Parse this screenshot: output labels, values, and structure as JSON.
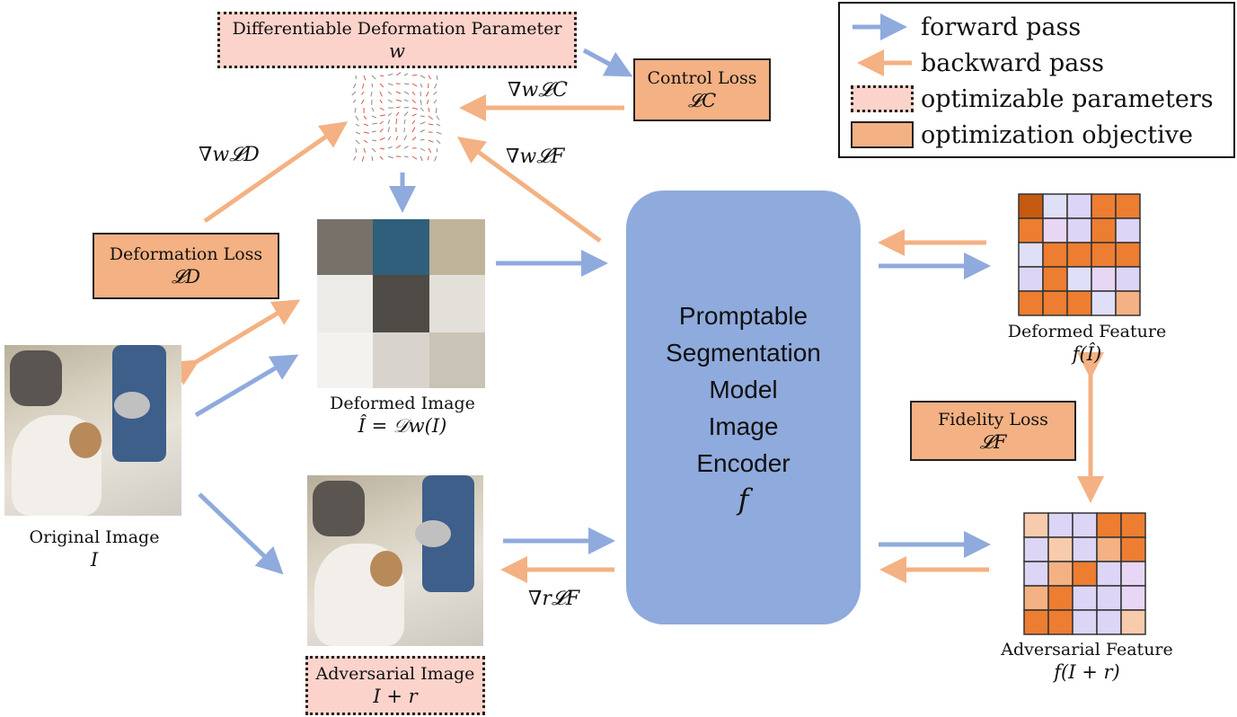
{
  "colors": {
    "forward": "#8faadc",
    "backward": "#f4b183",
    "optimizable_fill": "#fbd3cb",
    "objective_fill": "#f4b183",
    "encoder_fill": "#8faadc"
  },
  "legend": {
    "forward": "forward pass",
    "backward": "backward pass",
    "optimizable": "optimizable parameters",
    "objective": "optimization objective"
  },
  "deform_param": {
    "title": "Differentiable Deformation Parameter",
    "symbol": "w"
  },
  "control_loss": {
    "title": "Control Loss",
    "symbol": "𝓛C"
  },
  "deformation_loss": {
    "title": "Deformation Loss",
    "symbol": "𝓛D"
  },
  "fidelity_loss": {
    "title": "Fidelity Loss",
    "symbol": "𝓛F"
  },
  "gradients": {
    "control": "∇w𝓛C",
    "deformation": "∇w𝓛D",
    "fidelity_w": "∇w𝓛F",
    "fidelity_r": "∇r𝓛F"
  },
  "original_image": {
    "caption": "Original Image",
    "symbol": "I"
  },
  "deformed_image": {
    "caption": "Deformed Image",
    "symbol": "Î = 𝒟w(I)"
  },
  "adversarial_image": {
    "title": "Adversarial Image",
    "symbol": "I + r"
  },
  "encoder": {
    "lines": [
      "Promptable",
      "Segmentation",
      "Model",
      "Image",
      "Encoder"
    ],
    "symbol": "f"
  },
  "deformed_feature": {
    "caption": "Deformed Feature",
    "symbol": "f(Î)",
    "grid": [
      [
        "#c55a11",
        "#dfdff7",
        "#dcd5f5",
        "#ed7d31",
        "#ed7d31"
      ],
      [
        "#ed7d31",
        "#e8d6f5",
        "#dcd5f5",
        "#ed7d31",
        "#dcd5f5"
      ],
      [
        "#dfdff7",
        "#ed7d31",
        "#ed7d31",
        "#ed7d31",
        "#ed7d31"
      ],
      [
        "#dcd5f5",
        "#ed7d31",
        "#dfdff7",
        "#e8d6f5",
        "#dcd5f5"
      ],
      [
        "#ed7d31",
        "#ed7d31",
        "#ed7d31",
        "#dfdff7",
        "#f4b183"
      ]
    ]
  },
  "adversarial_feature": {
    "caption": "Adversarial Feature",
    "symbol": "f(I + r)",
    "grid": [
      [
        "#f8cbad",
        "#dcd5f5",
        "#dcd5f5",
        "#ed7d31",
        "#ed7d31"
      ],
      [
        "#dcd5f5",
        "#f8cbad",
        "#dcd5f5",
        "#f4b183",
        "#ed7d31"
      ],
      [
        "#dcd5f5",
        "#f4b183",
        "#ed7d31",
        "#dcd5f5",
        "#e8d6f5"
      ],
      [
        "#f4b183",
        "#ed7d31",
        "#dcd5f5",
        "#dcd5f5",
        "#e8d6f5"
      ],
      [
        "#ed7d31",
        "#ed7d31",
        "#dcd5f5",
        "#dcd5f5",
        "#f8cbad"
      ]
    ]
  }
}
